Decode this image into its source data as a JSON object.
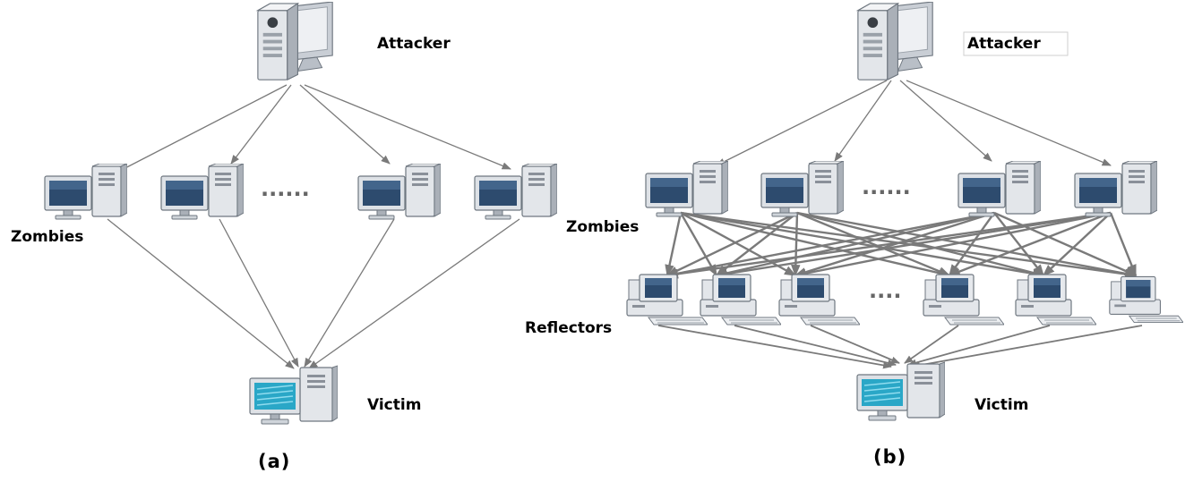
{
  "panel_a": {
    "attacker_label": "Attacker",
    "zombies_label": "Zombies",
    "victim_label": "Victim",
    "ellipsis": "......",
    "caption": "(a)"
  },
  "panel_b": {
    "attacker_label": "Attacker",
    "zombies_label": "Zombies",
    "reflectors_label": "Reflectors",
    "victim_label": "Victim",
    "zombie_ellipsis": "......",
    "reflector_ellipsis": "....",
    "caption": "(b)"
  },
  "colors": {
    "edge": "#7a7a7a",
    "case": "#dfe3e8",
    "screen": "#2d4b6e",
    "victim_screen": "#2aa7c7"
  }
}
